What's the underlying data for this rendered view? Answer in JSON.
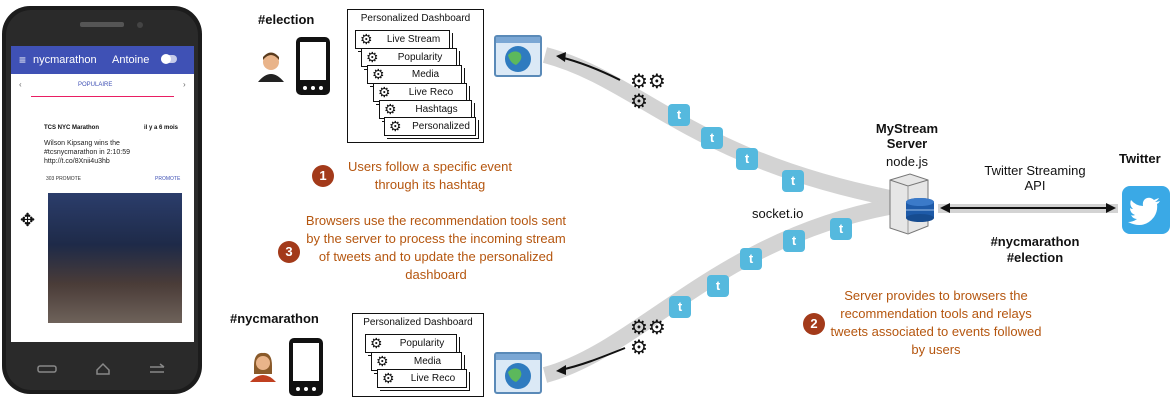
{
  "phone": {
    "app_title": "nycmarathon",
    "user": "Antoine",
    "tab_label": "POPULAIRE",
    "tweet": {
      "author": "TCS NYC Marathon",
      "time": "il y a 6 mois",
      "text": "Wilson Kipsang wins the #tcsnycmarathon in 2:10:59 http://t.co/8Xnii4u3hb",
      "promote_count": "303 PROMOTE",
      "promote_button": "PROMOTE"
    }
  },
  "top_user": {
    "hashtag": "#election",
    "dashboard_title": "Personalized Dashboard",
    "cards": [
      "Live Stream",
      "Popularity",
      "Media",
      "Live Reco",
      "Hashtags",
      "Personalized"
    ]
  },
  "bottom_user": {
    "hashtag": "#nycmarathon",
    "dashboard_title": "Personalized Dashboard",
    "cards": [
      "Popularity",
      "Media",
      "Live Reco"
    ]
  },
  "steps": [
    {
      "number": "1",
      "text": "Users follow a specific event through its hashtag"
    },
    {
      "number": "2",
      "text": "Server provides to browsers the recommendation tools and relays tweets associated to events followed by users"
    },
    {
      "number": "3",
      "text": "Browsers use the recommendation tools sent by the server to process the incoming stream of tweets and to update the personalized dashboard"
    }
  ],
  "socket_label": "socket.io",
  "server": {
    "name": "MyStream Server",
    "tech": "node.js"
  },
  "api_label": "Twitter Streaming API",
  "twitter_label": "Twitter",
  "streams": [
    "#nycmarathon",
    "#election"
  ]
}
